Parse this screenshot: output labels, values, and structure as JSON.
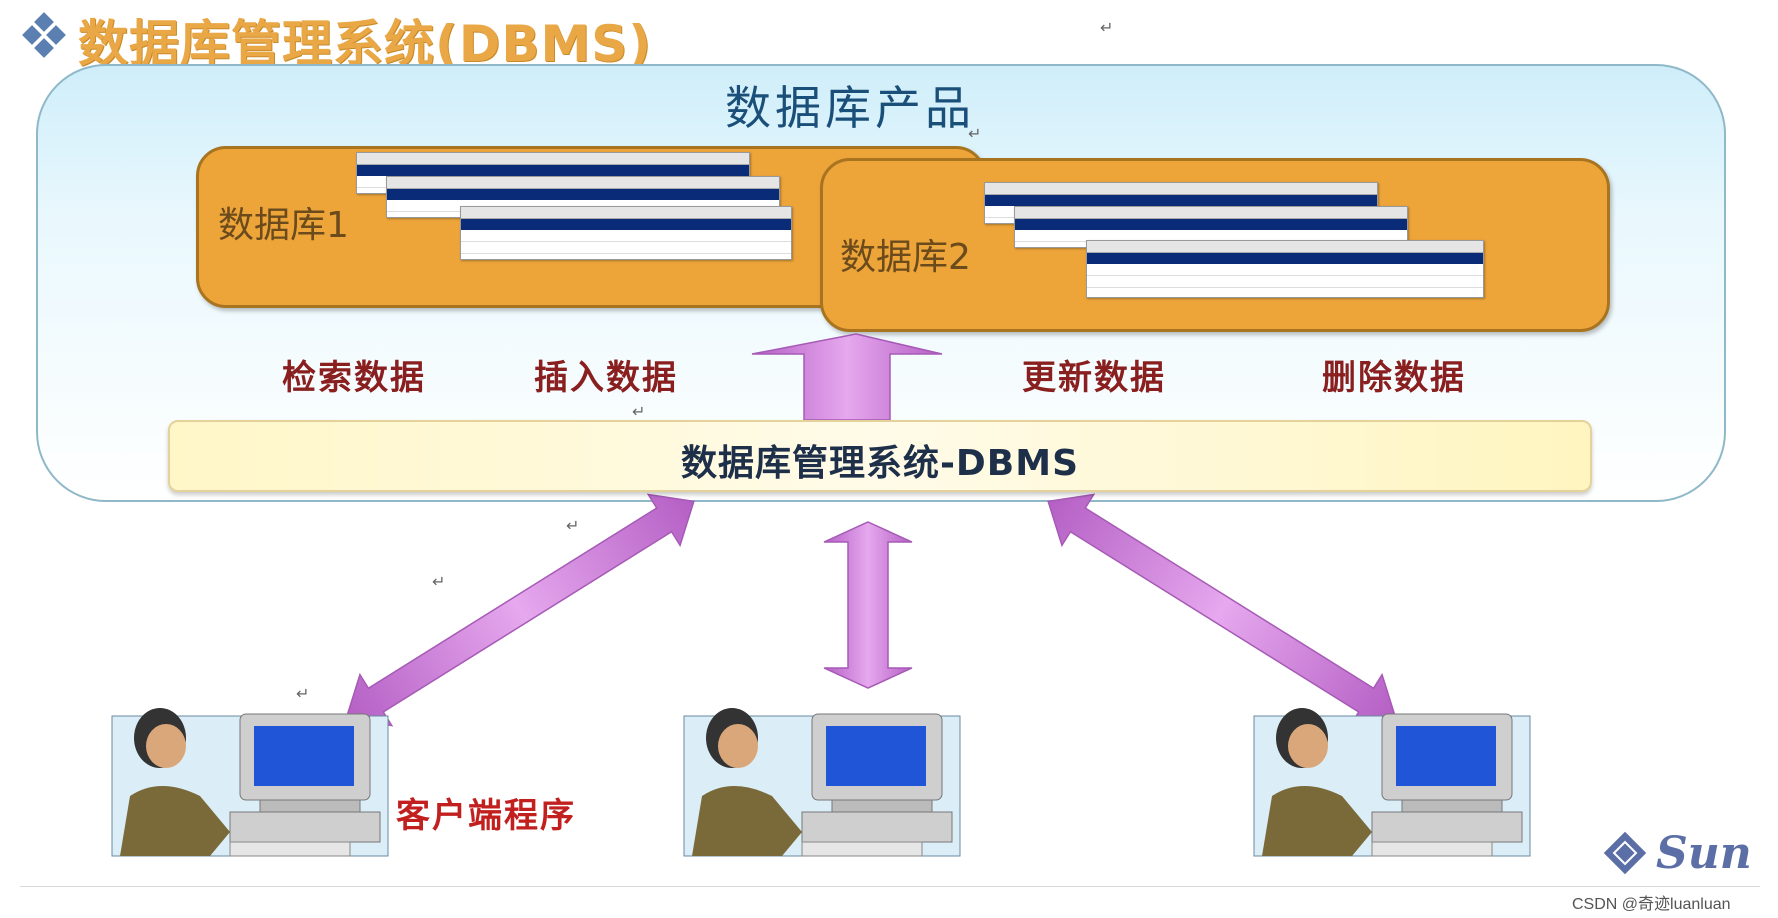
{
  "title": "数据库管理系统(DBMS)",
  "product_label": "数据库产品",
  "databases": [
    {
      "label": "数据库1"
    },
    {
      "label": "数据库2"
    }
  ],
  "operations": [
    "检索数据",
    "插入数据",
    "更新数据",
    "删除数据"
  ],
  "dbms_label": "数据库管理系统-DBMS",
  "client_label": "客户端程序",
  "sun_logo": "Sun",
  "watermark": "CSDN @奇迹luanluan",
  "return_mark": "↵",
  "colors": {
    "title": "#e9a845",
    "database_box": "#eda53a",
    "arrow": "#cf7fd9",
    "operation_text": "#8a1f1f",
    "client_text": "#c21f1f",
    "product_text": "#1a4f7a"
  }
}
